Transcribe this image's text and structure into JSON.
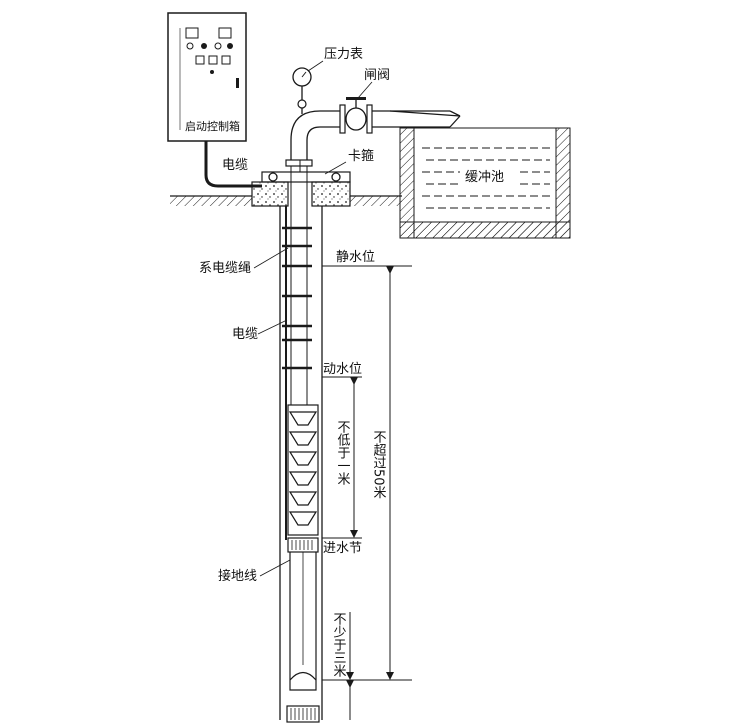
{
  "labels": {
    "control_box": "启动控制箱",
    "pressure_gauge": "压力表",
    "gate_valve": "闸阀",
    "cable_top": "电缆",
    "clamp": "卡箍",
    "buffer_pool": "缓冲池",
    "static_water_level": "静水位",
    "cable_rope": "系电缆绳",
    "cable_mid": "电缆",
    "dynamic_water_level": "动水位",
    "not_less_than_1m": "不低于一米",
    "not_exceed_50m": "不超过50米",
    "water_inlet": "进水节",
    "ground_wire": "接地线",
    "not_less_than_3m": "不少于三米"
  },
  "colors": {
    "ink": "#1a1a1a",
    "paper": "#ffffff"
  }
}
